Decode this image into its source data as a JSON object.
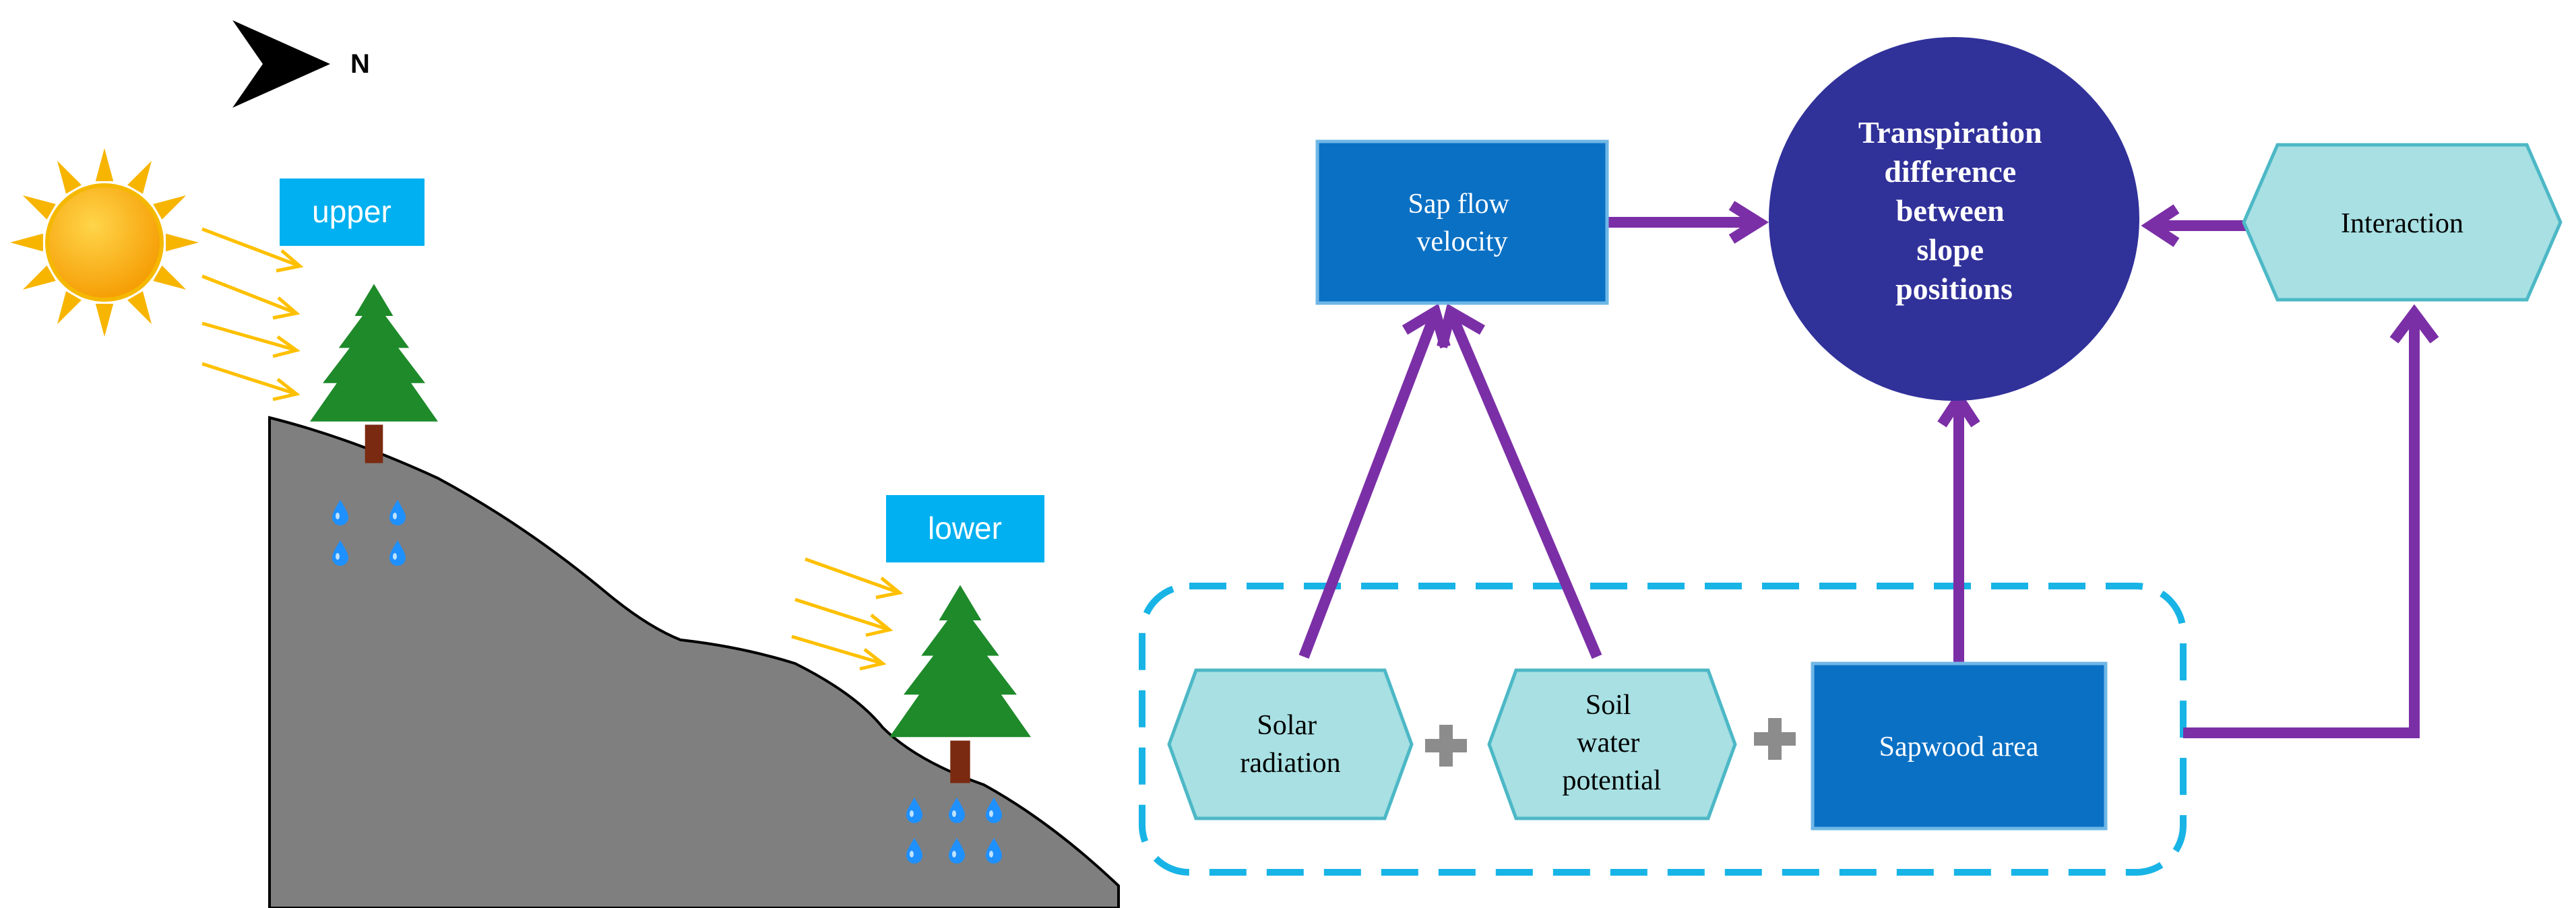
{
  "compass": {
    "label": "N"
  },
  "slope_labels": {
    "upper": "upper",
    "lower": "lower"
  },
  "nodes": {
    "sap_flow": {
      "lines": [
        "Sap flow",
        "velocity"
      ]
    },
    "transpiration": {
      "lines": [
        "Transpiration",
        "difference",
        "between",
        "slope",
        "positions"
      ]
    },
    "interaction": {
      "lines": [
        "Interaction"
      ]
    },
    "solar": {
      "lines": [
        "Solar",
        "radiation"
      ]
    },
    "soil": {
      "lines": [
        "Soil",
        "water",
        "potential"
      ]
    },
    "sapwood": {
      "lines": [
        "Sapwood area"
      ]
    }
  },
  "colors": {
    "arrow": "#7b2fa6",
    "dark_box": "#0a70c4",
    "circle": "#31319a",
    "hex_fill": "#a8e0e3",
    "hex_stroke": "#4db8c6",
    "dash": "#18b4e6",
    "label_bg": "#00b0f0",
    "hill": "#7f7f7f",
    "tree": "#1e8a2a",
    "trunk": "#7a2a10",
    "sun": "#f7a800",
    "ray": "#ffc000",
    "water": "#1e90ff",
    "plus": "#8c8c8c"
  }
}
